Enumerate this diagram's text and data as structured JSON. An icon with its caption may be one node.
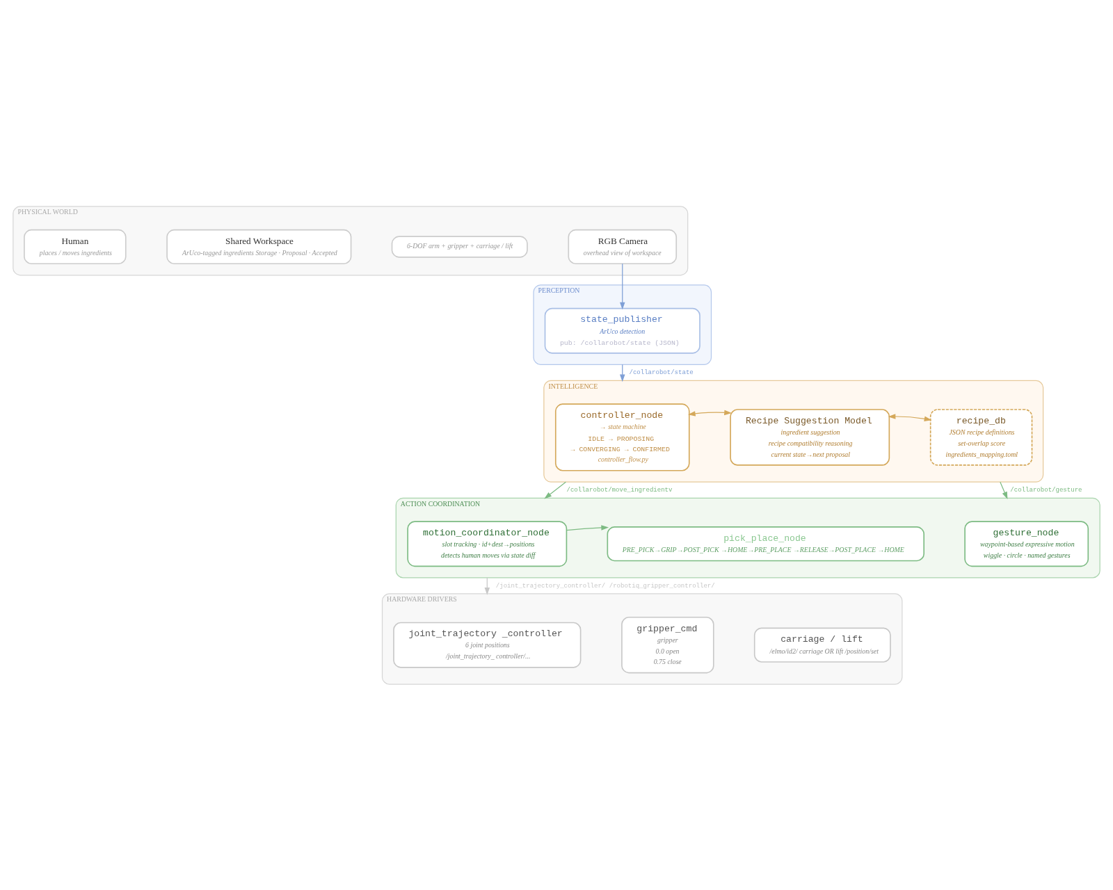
{
  "diagram": {
    "nodes": [
      {
        "text": [
          "PHYSICAL WORLD"
        ]
      },
      {
        "text": [
          "Human",
          "places / moves ingredients"
        ],
        "in": 0
      },
      {
        "text": [
          "Shared Workspace",
          "ArUco-tagged ingredients Storage · Proposal · Accepted"
        ],
        "in": 0
      },
      {
        "text": [
          "6-DOF arm + gripper + carriage / lift"
        ],
        "in": 0
      },
      {
        "text": [
          "RGB Camera",
          "overhead view of workspace"
        ],
        "in": 0
      },
      {
        "text": [
          "PERCEPTION"
        ]
      },
      {
        "text": [
          "state_publisher",
          "ArUco detection",
          "pub: /collarobot/state (JSON)"
        ],
        "in": 5
      },
      {
        "text": [
          "INTELLIGENCE"
        ]
      },
      {
        "text": [
          "controller_node",
          "→ state machine",
          "IDLE → PROPOSING",
          "→ CONVERGING → CONFIRMED",
          "controller_flow.py"
        ],
        "in": 7
      },
      {
        "text": [
          "Recipe Suggestion Model",
          "ingredient suggestion",
          "recipe compatibility reasoning",
          "current state→next proposal"
        ],
        "in": 7
      },
      {
        "text": [
          "recipe_db",
          "JSON recipe definitions",
          "set-overlap score",
          "ingredients_mapping.toml"
        ],
        "in": 7
      },
      {
        "text": [
          "ACTION COORDINATION"
        ]
      },
      {
        "text": [
          "motion_coordinator_node",
          "slot tracking · id+dest→positions",
          "detects human moves via state diff"
        ],
        "in": 11
      },
      {
        "text": [
          "pick_place_node",
          "PRE_PICK→GRIP→POST_PICK →HOME→PRE_PLACE →RELEASE→POST_PLACE →HOME"
        ],
        "in": 11
      },
      {
        "text": [
          "gesture_node",
          "waypoint-based expressive motion",
          "wiggle · circle · named gestures"
        ],
        "in": 11
      },
      {
        "text": [
          "HARDWARE DRIVERS"
        ]
      },
      {
        "text": [
          "joint_trajectory _controller",
          "6 joint positions",
          "/joint_trajectory_ controller/..."
        ],
        "in": 15
      },
      {
        "text": [
          "gripper_cmd",
          "gripper",
          "0.0 open",
          "0.75 close"
        ],
        "in": 15
      },
      {
        "text": [
          "carriage / lift",
          "/elmo/id2/ carriage OR lift /position/set"
        ],
        "in": 15
      }
    ],
    "edges": [
      {
        "from": 4,
        "to": 6,
        "arrow": "to",
        "color": "#7e9fd6"
      },
      {
        "from": 5,
        "to": 7,
        "arrow": "to",
        "label": "/collarobot/state",
        "color": "#7e9fd6"
      },
      {
        "from": 8,
        "to": 9,
        "arrow": "both",
        "color": "#d4a85a"
      },
      {
        "from": 9,
        "to": 10,
        "arrow": "both",
        "color": "#d4a85a"
      },
      {
        "from": 7,
        "to": 11,
        "arrow": "to",
        "label": "/collarobot/move_ingredientv",
        "color": "#7dbb83"
      },
      {
        "from": 7,
        "to": 11,
        "arrow": "to",
        "label": "/collarobot/gesture",
        "color": "#7dbb83"
      },
      {
        "from": 12,
        "to": 13,
        "arrow": "to",
        "color": "#7dbb83"
      },
      {
        "from": 11,
        "to": 15,
        "arrow": "to",
        "label": "/joint_trajectory_controller/ /robotiq_gripper_controller/",
        "color": "#c8c8c8"
      }
    ]
  }
}
